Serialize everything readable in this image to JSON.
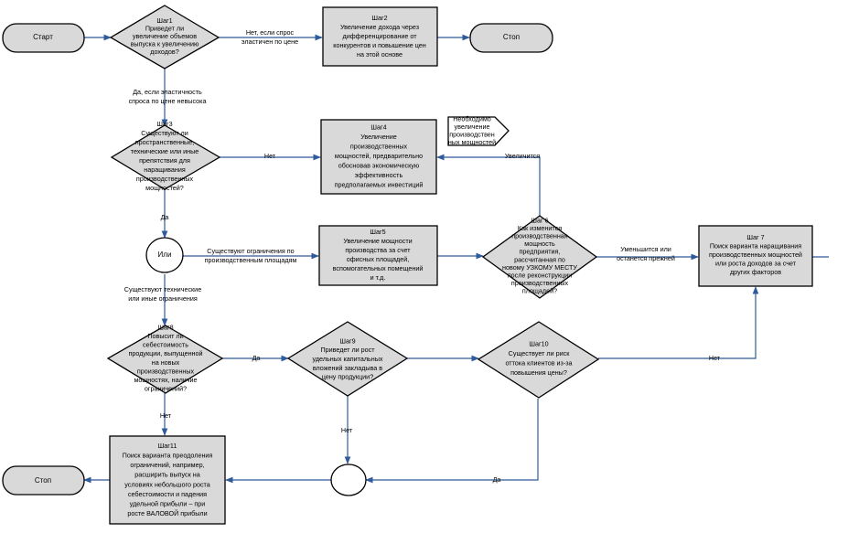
{
  "diagram": {
    "shape_fill": "#d9d9d9",
    "edge_color": "#2f5b9a",
    "nodes": [
      {
        "id": "start",
        "shape": "terminal",
        "lines": [
          "Старт"
        ]
      },
      {
        "id": "step1",
        "shape": "decision",
        "lines": [
          "Шаг1",
          "Приведет ли",
          "увеличение объемов",
          "выпуска к увеличению",
          "доходов?"
        ]
      },
      {
        "id": "step2",
        "shape": "process",
        "lines": [
          "Шаг2",
          "Увеличение дохода через",
          "дифференцирование от",
          "конкурентов и повышение цен",
          "на этой основе"
        ]
      },
      {
        "id": "stop1",
        "shape": "terminal",
        "lines": [
          "Стоп"
        ]
      },
      {
        "id": "step3",
        "shape": "decision",
        "lines": [
          "Шаг3",
          "Существуют ли",
          "пространственные,",
          "технические или иные",
          "препятствия для",
          "наращивания",
          "производственных",
          "мощностей?"
        ]
      },
      {
        "id": "step4",
        "shape": "process",
        "lines": [
          "Шаг4",
          "Увеличение",
          "производственных",
          "мощностей, предварительно",
          "обосновав экономическую",
          "эффективность",
          "предполагаемых инвестиций"
        ]
      },
      {
        "id": "need_flag",
        "shape": "flag",
        "lines": [
          "Необходимо",
          "увеличение",
          "производствен",
          "ных мощностей"
        ]
      },
      {
        "id": "or_node",
        "shape": "connector",
        "lines": [
          "Или"
        ]
      },
      {
        "id": "step5",
        "shape": "process",
        "lines": [
          "Шаг5",
          "Увеличение мощности",
          "производства за счет",
          "офисных площадей,",
          "вспомогательных помещений",
          "и т.д."
        ]
      },
      {
        "id": "step6",
        "shape": "decision",
        "lines": [
          "Шаг 6",
          "Как изменится",
          "производственная",
          "мощность",
          "предприятия,",
          "рассчитанная по",
          "новому УЗКОМУ МЕСТУ",
          "после реконструкции",
          "производственных",
          "площадей?"
        ]
      },
      {
        "id": "step7",
        "shape": "process",
        "lines": [
          "Шаг 7",
          "Поиск варианта наращивания",
          "производственных мощностей",
          "или роста доходов за счет",
          "других факторов"
        ]
      },
      {
        "id": "step8",
        "shape": "decision",
        "lines": [
          "Шаг8",
          "Повысит ли",
          "себестоимость",
          "продукции, выпущенной",
          "на новых",
          "производственных",
          "мощностях, наличие",
          "ограничений?"
        ]
      },
      {
        "id": "step9",
        "shape": "decision",
        "lines": [
          "Шаг9",
          "Приведет ли рост",
          "удельных капитальных",
          "вложений закладыва в",
          "цену продукции?"
        ]
      },
      {
        "id": "step10",
        "shape": "decision",
        "lines": [
          "Шаг10",
          "Существует ли риск",
          "оттока клиентов из-за",
          "повышения цены?"
        ]
      },
      {
        "id": "step11",
        "shape": "process",
        "lines": [
          "Шаг11",
          "Поиск варианта преодоления",
          "ограничений, например,",
          "расширить выпуск на",
          "условиях небольшого роста",
          "себестоимости и падения",
          "удельной прибыли – при",
          "росте ВАЛОВОЙ прибыли"
        ]
      },
      {
        "id": "join",
        "shape": "connector",
        "lines": []
      },
      {
        "id": "stop2",
        "shape": "terminal",
        "lines": [
          "Стоп"
        ]
      }
    ],
    "edge_labels": [
      {
        "id": "e1_no",
        "lines": [
          "Нет, если спрос",
          "эластичен по цене"
        ]
      },
      {
        "id": "e1_yes",
        "lines": [
          "Да, если эластичность",
          "спроса по цене невысока"
        ]
      },
      {
        "id": "e3_no",
        "lines": [
          "Нет"
        ]
      },
      {
        "id": "e3_yes",
        "lines": [
          "Да"
        ]
      },
      {
        "id": "e6_up",
        "lines": [
          "Увеличится"
        ]
      },
      {
        "id": "e5_space",
        "lines": [
          "Существуют ограничения по",
          "производственным площадям"
        ]
      },
      {
        "id": "e6_down",
        "lines": [
          "Уменьшится или",
          "останется прежней"
        ]
      },
      {
        "id": "e_tech",
        "lines": [
          "Существуют технические",
          "или иные ограничения"
        ]
      },
      {
        "id": "e8_yes",
        "lines": [
          "Да"
        ]
      },
      {
        "id": "e8_no",
        "lines": [
          "Нет"
        ]
      },
      {
        "id": "e9_no",
        "lines": [
          "Нет"
        ]
      },
      {
        "id": "e10_no",
        "lines": [
          "Нет"
        ]
      },
      {
        "id": "e10_yes",
        "lines": [
          "Да"
        ]
      }
    ]
  }
}
